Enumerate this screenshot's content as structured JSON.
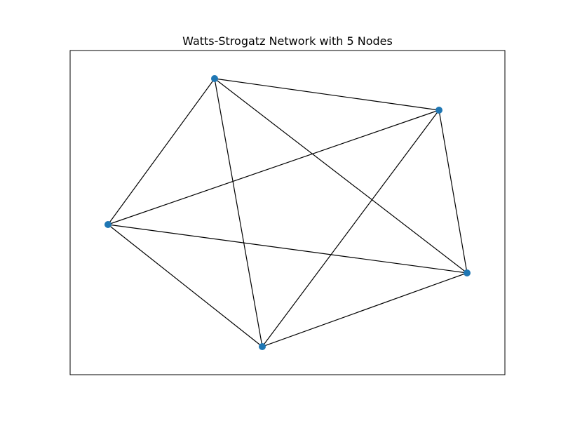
{
  "figure": {
    "title": "Watts-Strogatz Network with 5 Nodes"
  },
  "graph": {
    "node_color": "#1f77b4",
    "edge_color": "#000000",
    "nodes": [
      {
        "id": "n0"
      },
      {
        "id": "n1"
      },
      {
        "id": "n2"
      },
      {
        "id": "n3"
      },
      {
        "id": "n4"
      }
    ],
    "edges": [
      [
        "n0",
        "n1"
      ],
      [
        "n0",
        "n4"
      ],
      [
        "n0",
        "n2"
      ],
      [
        "n0",
        "n3"
      ],
      [
        "n1",
        "n3"
      ],
      [
        "n1",
        "n2"
      ],
      [
        "n1",
        "n4"
      ],
      [
        "n2",
        "n4"
      ],
      [
        "n2",
        "n3"
      ],
      [
        "n3",
        "n4"
      ]
    ]
  }
}
